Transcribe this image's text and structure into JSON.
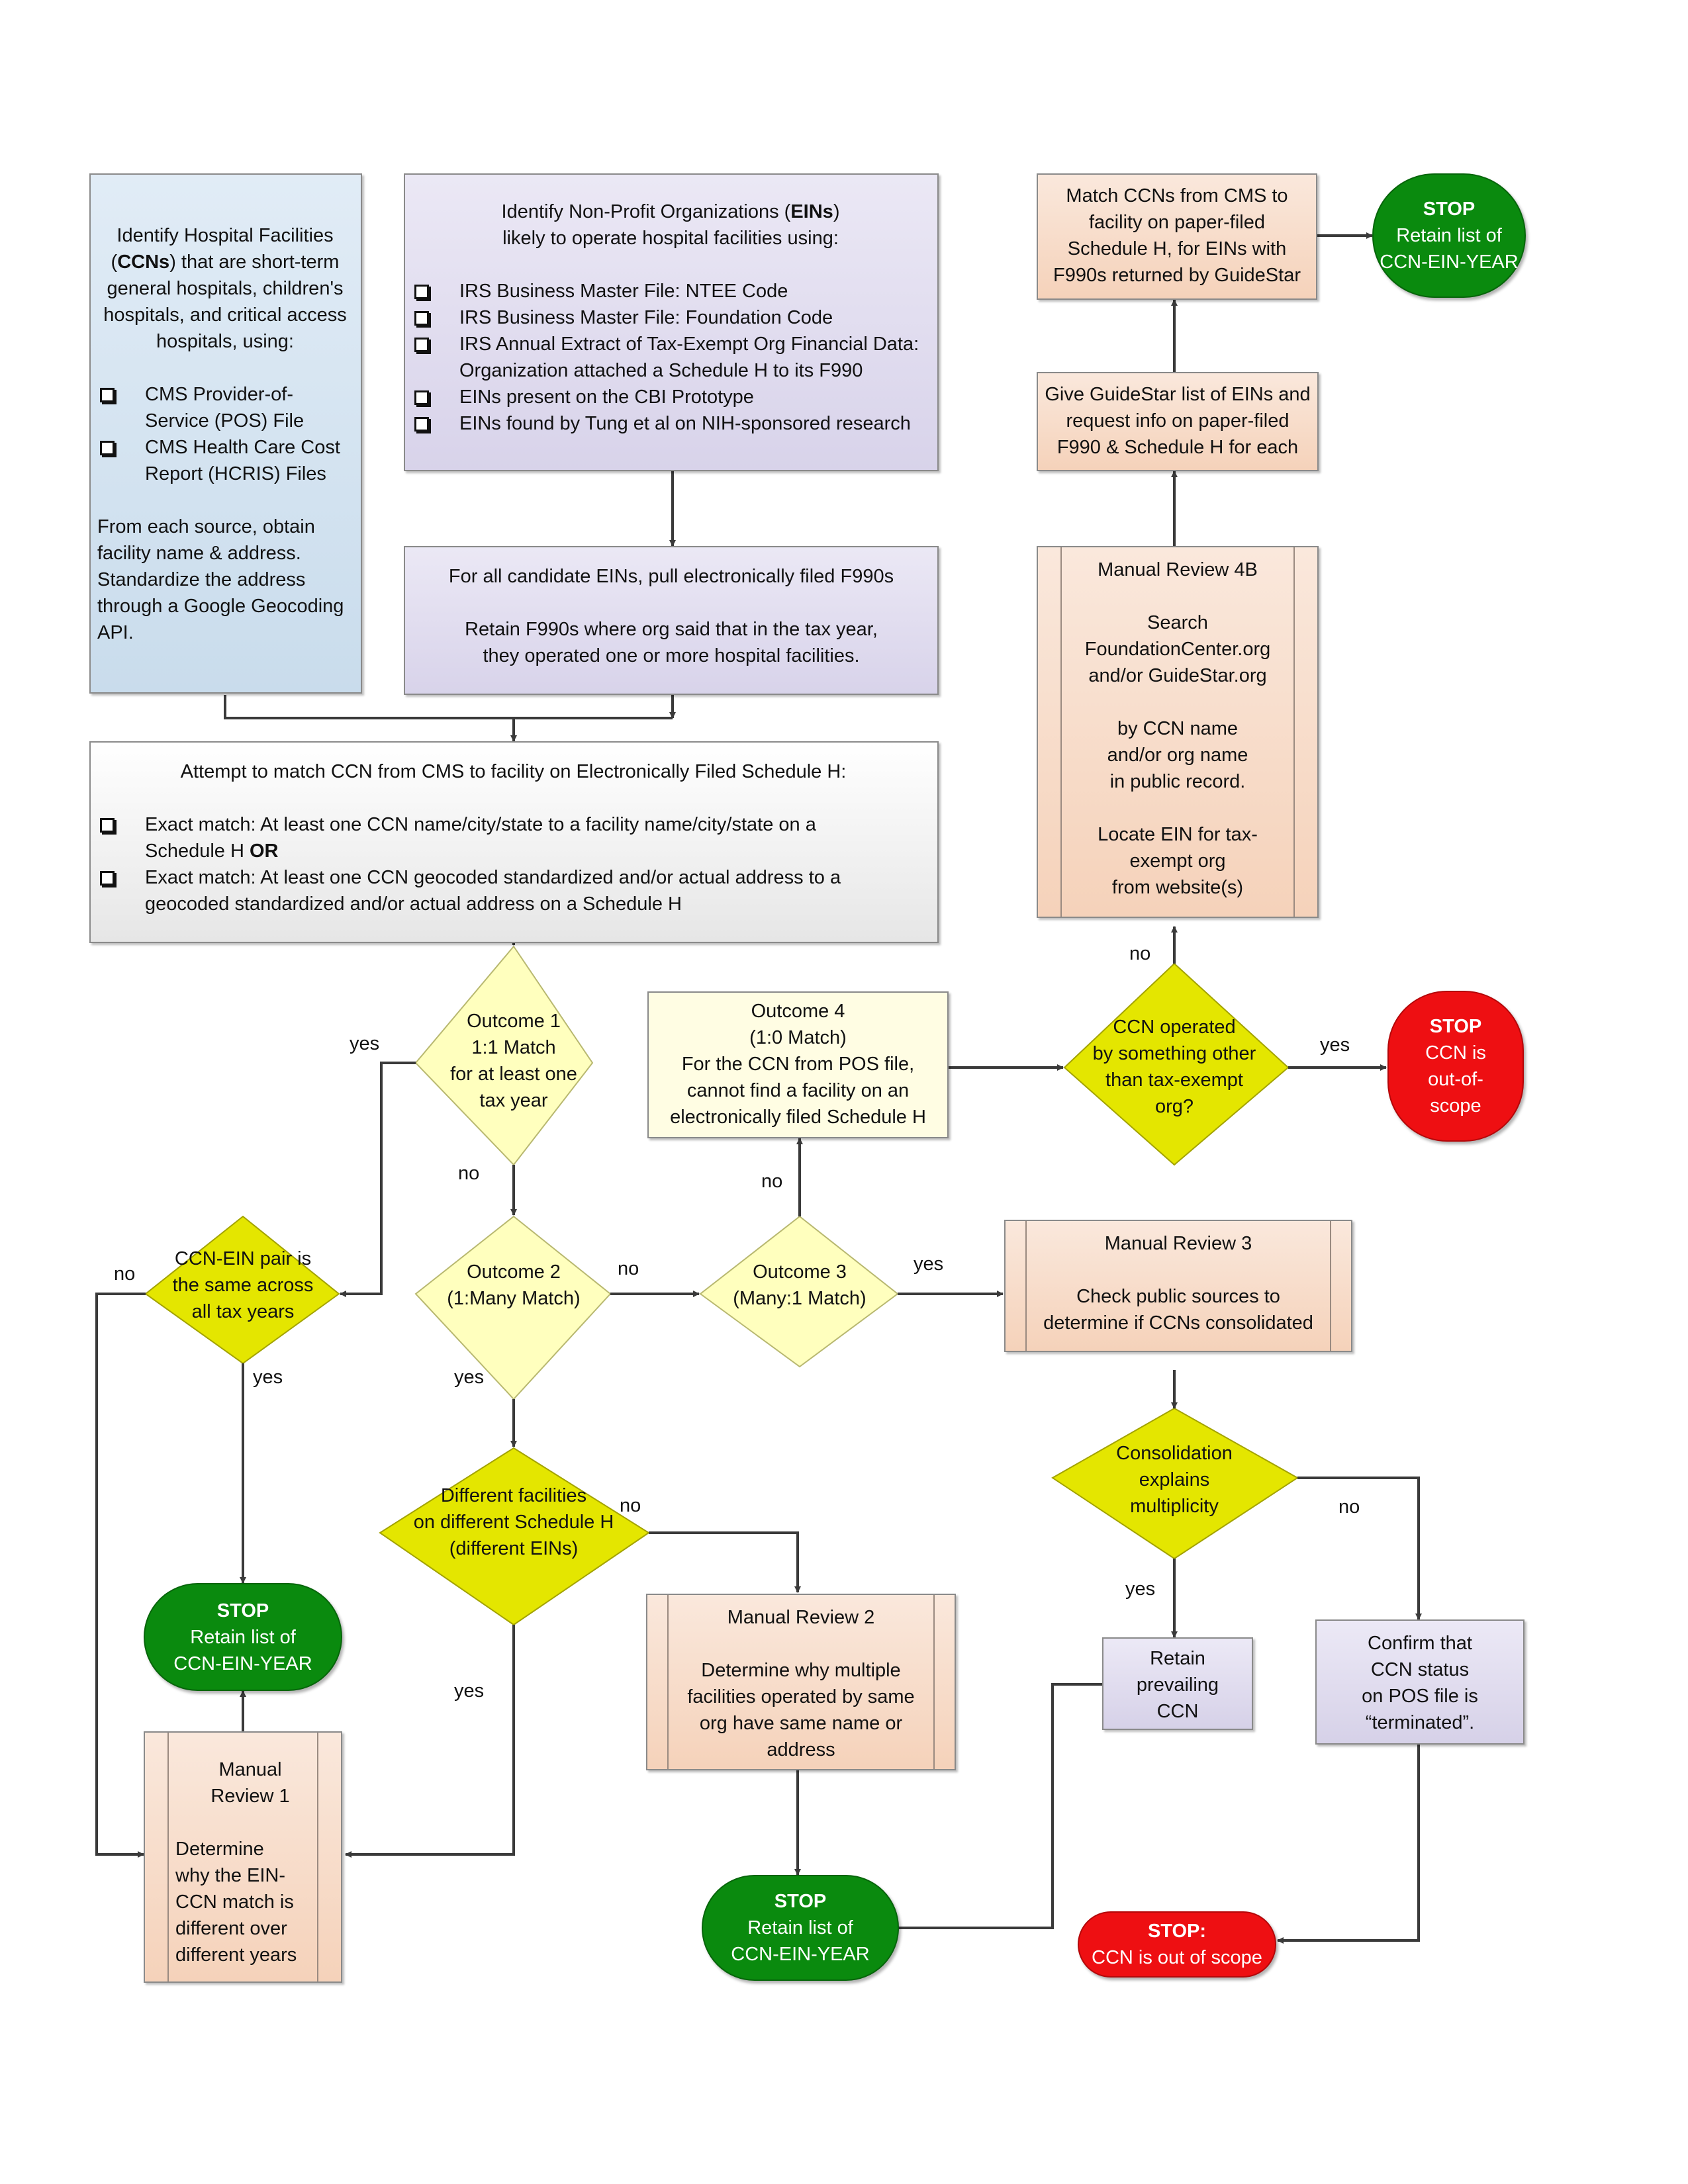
{
  "nodes": {
    "identify_hospitals": {
      "intro": [
        "Identify Hospital Facilities",
        "(CCNs) that are short-term",
        "general hospitals, children's",
        "hospitals, and critical access",
        "hospitals, using:"
      ],
      "items": [
        [
          "CMS Provider-of-",
          "Service (POS) File"
        ],
        [
          "CMS Health Care Cost",
          "Report (HCRIS) Files"
        ]
      ],
      "outro": [
        "From each source, obtain",
        "facility name & address.",
        "Standardize the address",
        "through a Google Geocoding",
        "API."
      ]
    },
    "identify_eins": {
      "intro": [
        "Identify Non-Profit Organizations (EINs)",
        "likely to operate hospital facilities using:"
      ],
      "items": [
        [
          "IRS Business Master File: NTEE Code"
        ],
        [
          "IRS Business Master File: Foundation Code"
        ],
        [
          "IRS Annual Extract of Tax-Exempt Org Financial Data:",
          "Organization attached a Schedule H to its F990"
        ],
        [
          "EINs present on the CBI Prototype"
        ],
        [
          "EINs found by Tung et al on NIH-sponsored research"
        ]
      ]
    },
    "pull_f990": {
      "lines": [
        "For all candidate EINs, pull electronically filed F990s",
        "",
        "Retain F990s where org said that in the tax year,",
        "they operated one or more hospital facilities."
      ]
    },
    "attempt_match": {
      "title": "Attempt to match CCN from CMS to facility on Electronically Filed  Schedule H:",
      "items": [
        [
          "Exact match: At least one CCN name/city/state to a facility name/city/state on a",
          "Schedule H OR"
        ],
        [
          "Exact match:  At least one CCN  geocoded standardized and/or actual address to a",
          "geocoded standardized and/or actual address on a Schedule H"
        ]
      ]
    },
    "outcome1": {
      "lines": [
        "Outcome 1",
        "1:1 Match",
        "for at least one",
        "tax year"
      ]
    },
    "outcome2": {
      "lines": [
        "Outcome 2",
        "(1:Many Match)"
      ]
    },
    "outcome3": {
      "lines": [
        "Outcome 3",
        "(Many:1 Match)"
      ]
    },
    "outcome4": {
      "lines": [
        "Outcome 4",
        "(1:0 Match)",
        "For the CCN from POS file,",
        "cannot find a facility on an",
        "electronically filed Schedule H"
      ]
    },
    "ccn_ein_same": {
      "lines": [
        "CCN-EIN pair is",
        "the same across",
        "all tax years"
      ]
    },
    "different_facilities": {
      "lines": [
        "Different facilities",
        "on different Schedule H",
        "(different EINs)"
      ]
    },
    "ccn_operated_other": {
      "lines": [
        "CCN operated",
        "by something other",
        "than tax-exempt",
        "org?"
      ]
    },
    "consolidation": {
      "lines": [
        "Consolidation",
        "explains",
        "multiplicity"
      ]
    },
    "manual_review_1": {
      "lines": [
        "Manual",
        "Review 1",
        "",
        "Determine",
        "why the EIN-",
        "CCN match is",
        "different over",
        "different years"
      ]
    },
    "manual_review_2": {
      "lines": [
        "Manual Review 2",
        "",
        "Determine why multiple",
        "facilities operated by same",
        "org have same name or",
        "address"
      ]
    },
    "manual_review_3": {
      "lines": [
        "Manual Review 3",
        "",
        "Check public sources to",
        "determine if CCNs consolidated"
      ]
    },
    "manual_review_4b": {
      "lines": [
        "Manual Review 4B",
        "",
        "Search",
        "FoundationCenter.org",
        "and/or GuideStar.org",
        "",
        "by CCN name",
        "and/or org name",
        "in public record.",
        "",
        "Locate EIN for tax-",
        "exempt org",
        "from website(s)"
      ]
    },
    "give_guidestar": {
      "lines": [
        "Give GuideStar list of EINs and",
        "request info on paper-filed",
        "F990 & Schedule H for each"
      ]
    },
    "match_paper": {
      "lines": [
        "Match CCNs from CMS to",
        "facility on paper-filed",
        "Schedule H, for EINs with",
        "F990s returned by GuideStar"
      ]
    },
    "retain_prevailing": {
      "lines": [
        "Retain",
        "prevailing",
        "CCN"
      ]
    },
    "confirm_terminated": {
      "lines": [
        "Confirm that",
        "CCN status",
        "on POS file is",
        "“terminated”."
      ]
    },
    "stop_top": {
      "title": "STOP",
      "lines": [
        "Retain list of",
        "CCN-EIN-YEAR"
      ]
    },
    "stop_left": {
      "title": "STOP",
      "lines": [
        "Retain list of",
        "CCN-EIN-YEAR"
      ]
    },
    "stop_mid": {
      "title": "STOP",
      "lines": [
        "Retain list of",
        "CCN-EIN-YEAR"
      ]
    },
    "stop_out_scope_1": {
      "title": "STOP",
      "lines": [
        "CCN is",
        "out-of-",
        "scope"
      ]
    },
    "stop_out_scope_2": {
      "title": "STOP:",
      "lines": [
        "CCN is out of scope"
      ]
    }
  },
  "edge_labels": {
    "yes": "yes",
    "no": "no"
  },
  "colors": {
    "stop_green": "#0a8a0e",
    "stop_red": "#ee0f12",
    "decision_yellow": "#e4e600",
    "decision_light": "#ffffbe",
    "arrow": "#3a3a3a"
  }
}
